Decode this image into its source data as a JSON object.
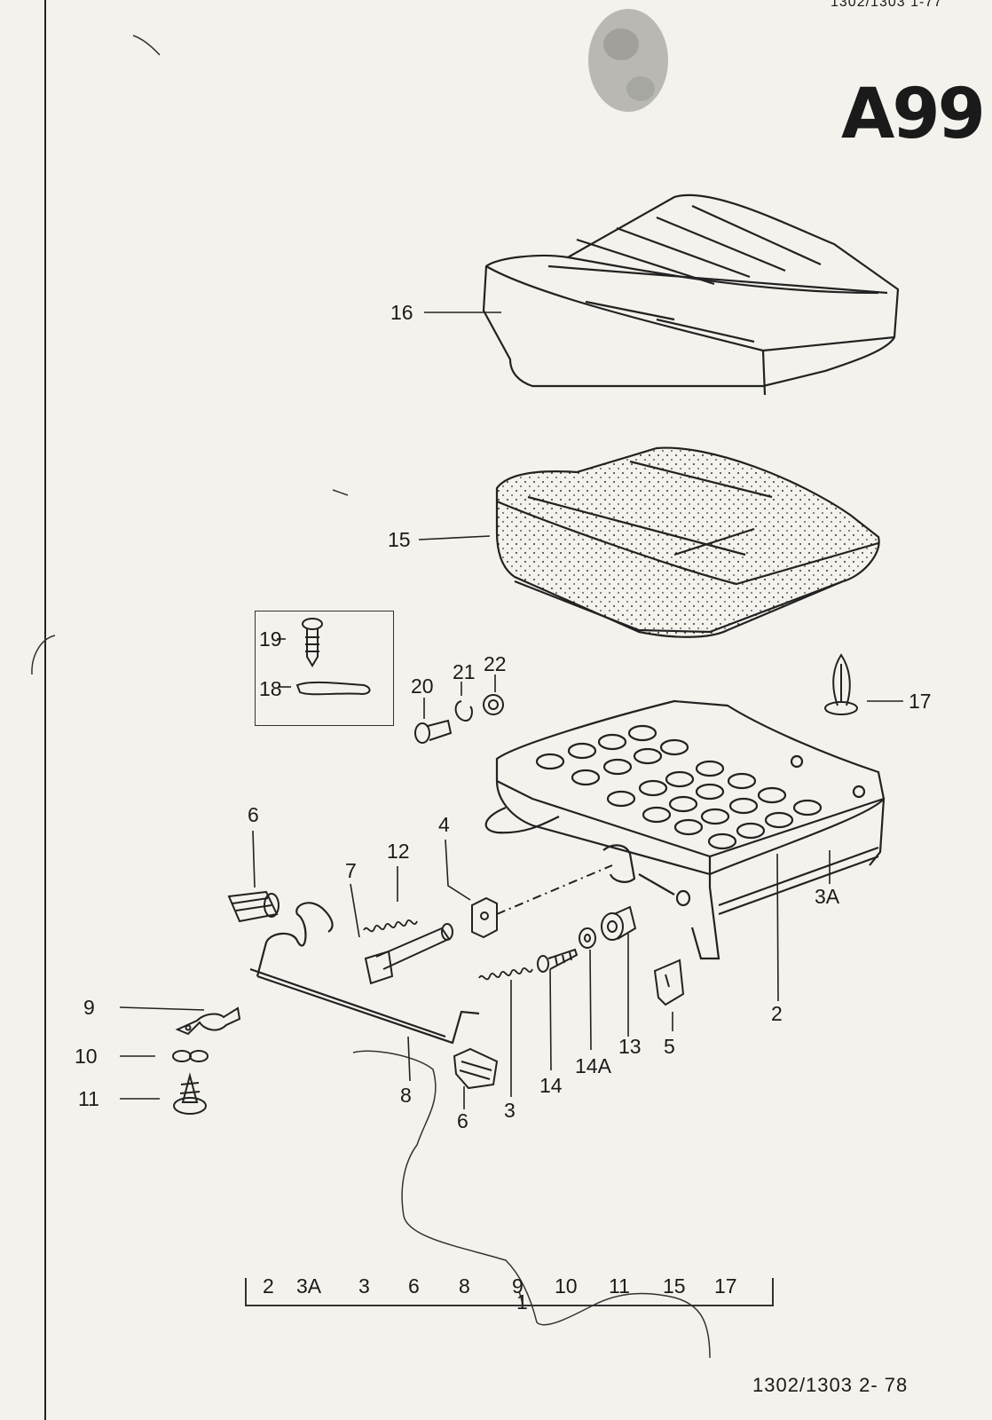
{
  "header": {
    "top_reference": "1302/1303   1-77",
    "page_id": "A99"
  },
  "inset_labels": [
    "19",
    "18"
  ],
  "callouts": {
    "c1": "1",
    "c2": "2",
    "c3": "3",
    "c3a": "3A",
    "c4": "4",
    "c5": "5",
    "c6a": "6",
    "c6b": "6",
    "c7": "7",
    "c8": "8",
    "c9": "9",
    "c10": "10",
    "c11": "11",
    "c12": "12",
    "c13": "13",
    "c14": "14",
    "c14a": "14A",
    "c15": "15",
    "c16": "16",
    "c17": "17",
    "c20": "20",
    "c21": "21",
    "c22": "22"
  },
  "bracket_parts": [
    "2",
    "3A",
    "3",
    "6",
    "8",
    "9",
    "10",
    "11",
    "15",
    "17"
  ],
  "footer": {
    "bottom_reference": "1302/1303    2- 78"
  }
}
